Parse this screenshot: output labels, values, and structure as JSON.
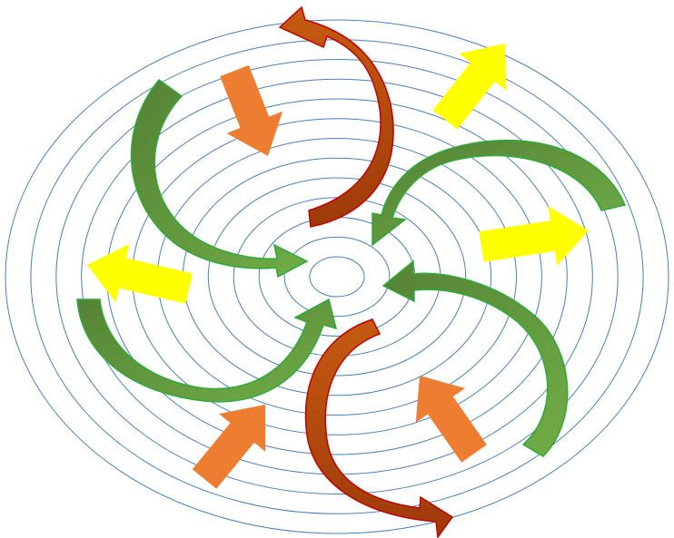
{
  "diagram": {
    "type": "concentric-rings-with-flow-arrows",
    "ring_count": 13,
    "colors": {
      "background": "#ffffff",
      "ring_stroke": "#4a7fb5",
      "green_arrow_light": "#70ad47",
      "green_arrow_dark": "#548235",
      "green_arrow_stroke": "#2eaa3a",
      "red_arrow_light": "#c55a11",
      "red_arrow_dark": "#9e3a0a",
      "red_arrow_stroke": "#c00000",
      "orange_arrow": "#ed7d31",
      "yellow_arrow": "#ffff00"
    },
    "arrow_groups": {
      "inward_green_curved": 4,
      "outward_red_curved": 2,
      "inward_orange_straight": 3,
      "outward_yellow_straight": 3
    }
  }
}
